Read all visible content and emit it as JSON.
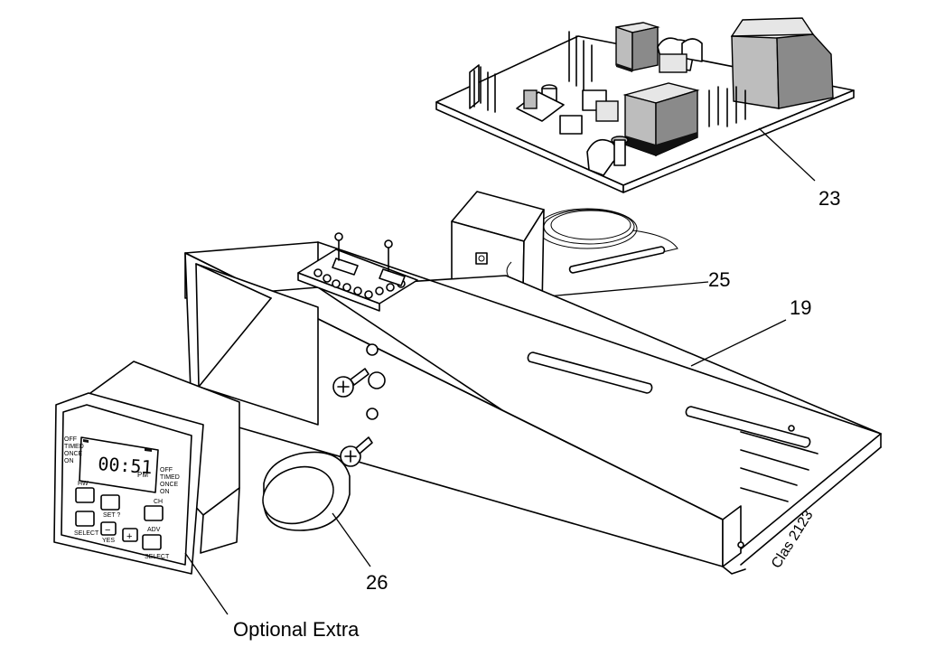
{
  "figure": {
    "callouts": {
      "c23": "23",
      "c25": "25",
      "c19": "19",
      "c26": "26",
      "optional": "Optional Extra"
    },
    "reference_code": "Clas 2123",
    "timer_display": {
      "digits": "00:51",
      "ampm": "PM",
      "mode_left": [
        "OFF",
        "TIMED",
        "ONCE",
        "ON"
      ],
      "mode_right": [
        "OFF",
        "TIMED",
        "ONCE",
        "ON"
      ]
    },
    "timer_buttons": {
      "hw": "HW",
      "ch": "CH",
      "set": "SET ?",
      "minus": "−",
      "plus": "+",
      "adv": "ADV",
      "yes": "YES",
      "select_left": "SELECT",
      "select_right": "SELECT"
    }
  }
}
